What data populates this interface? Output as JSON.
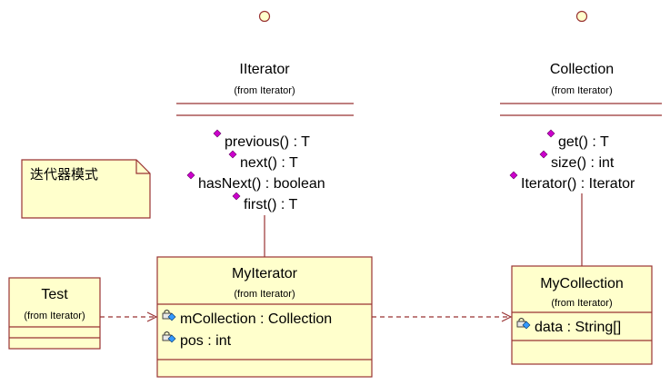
{
  "interfaces": [
    {
      "name": "IIterator",
      "from": "(from Iterator)",
      "operations": [
        "previous() : T",
        "next() : T",
        "hasNext() : boolean",
        "first() : T"
      ]
    },
    {
      "name": "Collection",
      "from": "(from Iterator)",
      "operations": [
        "get() : T",
        "size() : int",
        "Iterator() : Iterator"
      ]
    }
  ],
  "classes": [
    {
      "name": "Test",
      "from": "(from Iterator)",
      "attributes": []
    },
    {
      "name": "MyIterator",
      "from": "(from Iterator)",
      "attributes": [
        "mCollection : Collection",
        "pos : int"
      ]
    },
    {
      "name": "MyCollection",
      "from": "(from Iterator)",
      "attributes": [
        "data : String[]"
      ]
    }
  ],
  "note": {
    "text": "迭代器模式"
  },
  "colors": {
    "class_fill": "#ffffcc",
    "class_stroke": "#993333",
    "line": "#993333",
    "operation_icon": "#cc00cc",
    "attribute_icon": "#3399ff",
    "lock_icon": "#333333"
  },
  "icons": {
    "operation": "public-operation-icon",
    "attribute": "private-attribute-icon",
    "interface": "interface-lollipop-icon"
  }
}
